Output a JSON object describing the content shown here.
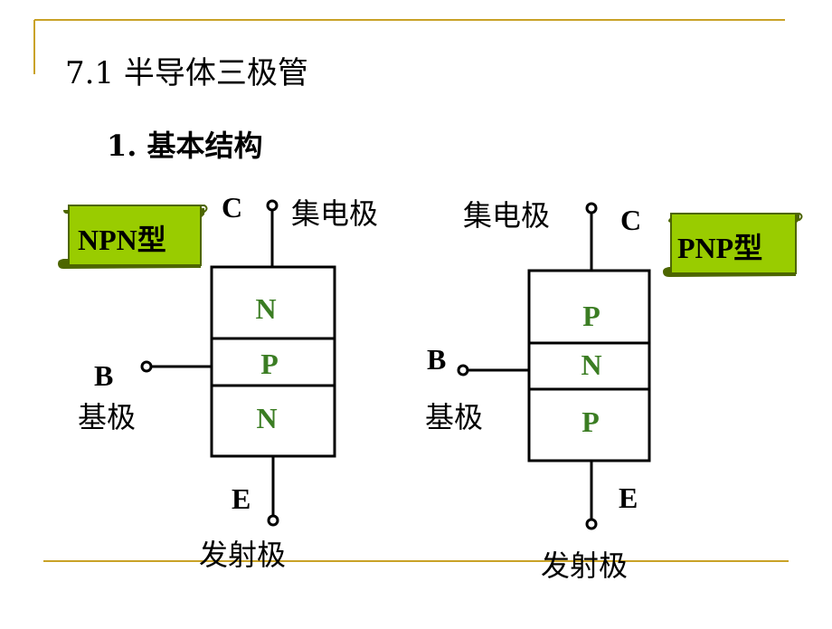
{
  "slide": {
    "title": "7.1  半导体三极管",
    "subtitle": "1. 基本结构",
    "accent_color": "#C9A227",
    "layer_color": "#3B7D23",
    "tag_fill": "#99CC00",
    "tag_edge": "#4D6600"
  },
  "npn": {
    "tag": "NPN型",
    "collector_letter": "C",
    "collector_label": "集电极",
    "base_letter": "B",
    "base_label": "基极",
    "emitter_letter": "E",
    "emitter_label": "发射极",
    "layers": [
      "N",
      "P",
      "N"
    ]
  },
  "pnp": {
    "tag": "PNP型",
    "collector_letter": "C",
    "collector_label": "集电极",
    "base_letter": "B",
    "base_label": "基极",
    "emitter_letter": "E",
    "emitter_label": "发射极",
    "layers": [
      "P",
      "N",
      "P"
    ]
  }
}
